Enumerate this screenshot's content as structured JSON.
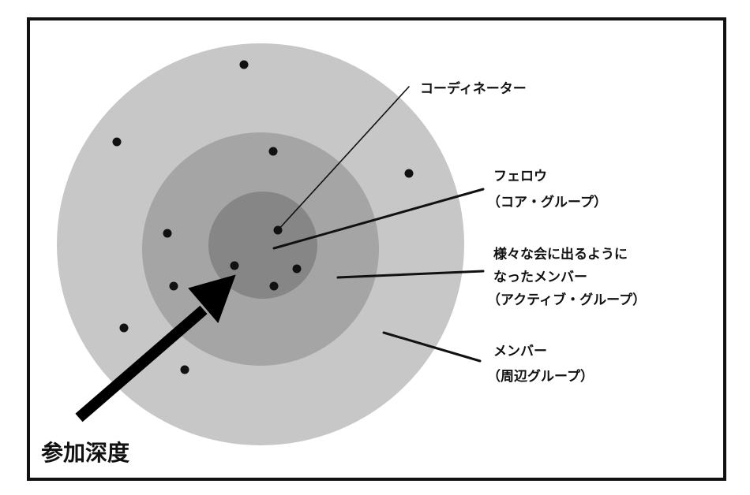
{
  "diagram": {
    "labels": {
      "coordinator": "コーディネーター",
      "core_line1": "フェロウ",
      "core_line2": "（コア・グループ）",
      "active_line1": "様々な会に出るように",
      "active_line2": "なったメンバー",
      "active_line3": "（アクティブ・グループ）",
      "peripheral_line1": "メンバー",
      "peripheral_line2": "（周辺グループ）",
      "depth": "参加深度"
    },
    "colors": {
      "peripheral_ring": "#c7c7c7",
      "active_ring": "#a5a5a5",
      "core_ring": "#868686",
      "dot": "#111111",
      "frame": "#111111",
      "arrow": "#000000"
    }
  }
}
